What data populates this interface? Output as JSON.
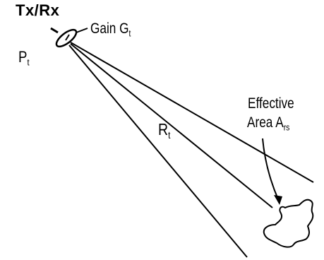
{
  "diagram": {
    "title": "Tx/Rx",
    "transmit_power": {
      "symbol": "P",
      "subscript": "t"
    },
    "antenna_gain": {
      "label": "Gain G",
      "subscript": "t"
    },
    "range": {
      "symbol": "R",
      "subscript": "t"
    },
    "target_area": {
      "line1": "Effective",
      "line2_prefix": "Area A",
      "line2_subscript": "rs"
    },
    "line_color": "#000000"
  }
}
